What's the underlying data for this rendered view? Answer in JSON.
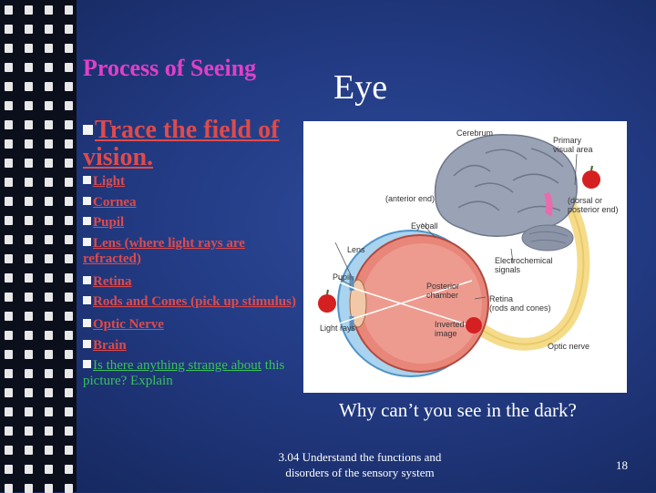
{
  "slide": {
    "title": "Process of Seeing",
    "eye_heading": "Eye",
    "trace_heading": "Trace the field of vision.",
    "bullets": [
      "Light",
      "Cornea",
      "Pupil",
      "Lens (where light rays are refracted)",
      "Retina",
      "Rods and Cones (pick up stimulus)",
      "Optic Nerve",
      "Brain"
    ],
    "question_underlined": "Is there anything strange about",
    "question_rest": "this picture? Explain",
    "dark_question": "Why can’t you see in the dark?",
    "footer": "3.04 Understand the functions and disorders of the sensory system",
    "page_number": "18"
  },
  "diagram": {
    "labels": {
      "cerebrum": "Cerebrum",
      "primary_visual_1": "Primary",
      "primary_visual_2": "visual area",
      "anterior_end": "(anterior end)",
      "dorsal_1": "(dorsal or",
      "dorsal_2": "posterior end)",
      "eyeball": "Eyeball",
      "lens": "Lens",
      "electrochemical_1": "Electrochemical",
      "electrochemical_2": "signals",
      "pupil": "Pupil",
      "posterior_1": "Posterior",
      "posterior_2": "chamber",
      "retina_1": "Retina",
      "retina_2": "(rods and cones)",
      "inverted_1": "Inverted",
      "inverted_2": "image",
      "light_rays": "Light rays",
      "optic_nerve": "Optic nerve"
    },
    "colors": {
      "eyeball": "#e8867a",
      "brain": "#9aa3b5",
      "cornea": "#a9d3ee",
      "nerve": "#f5dc8a",
      "apple": "#d42020"
    }
  }
}
